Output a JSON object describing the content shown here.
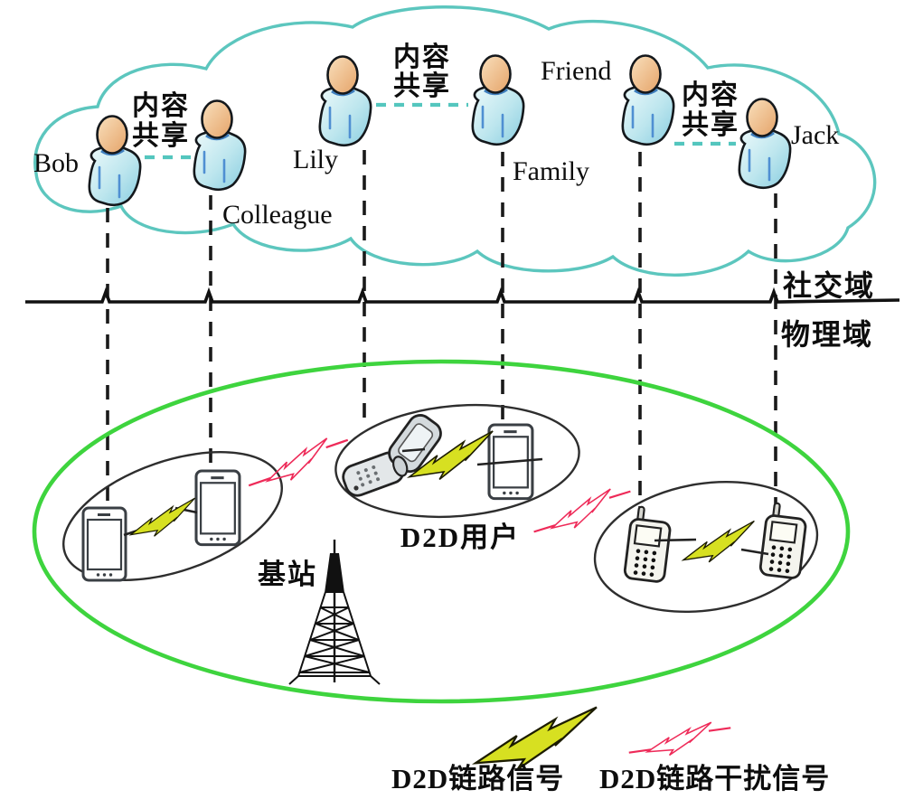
{
  "cloud": {
    "people": [
      {
        "name": "Bob"
      },
      {
        "name": "Colleague"
      },
      {
        "name": "Lily"
      },
      {
        "name": "Family"
      },
      {
        "name": "Friend"
      },
      {
        "name": "Jack"
      }
    ],
    "content_share": [
      "内容",
      "共享"
    ]
  },
  "domains": {
    "social": "社交域",
    "physical": "物理域"
  },
  "physical": {
    "base_station_label": "基站",
    "d2d_users_label": "D2D用户"
  },
  "legend": {
    "d2d_signal_label": "D2D链路信号",
    "interference_label": "D2D链路干扰信号"
  },
  "colors": {
    "social_cloud": "#5cc6be",
    "social_link": "#54c6be",
    "physical_area": "#3ed43e",
    "d2d_signal": "#d7e021",
    "interference": "#ee2a58"
  }
}
